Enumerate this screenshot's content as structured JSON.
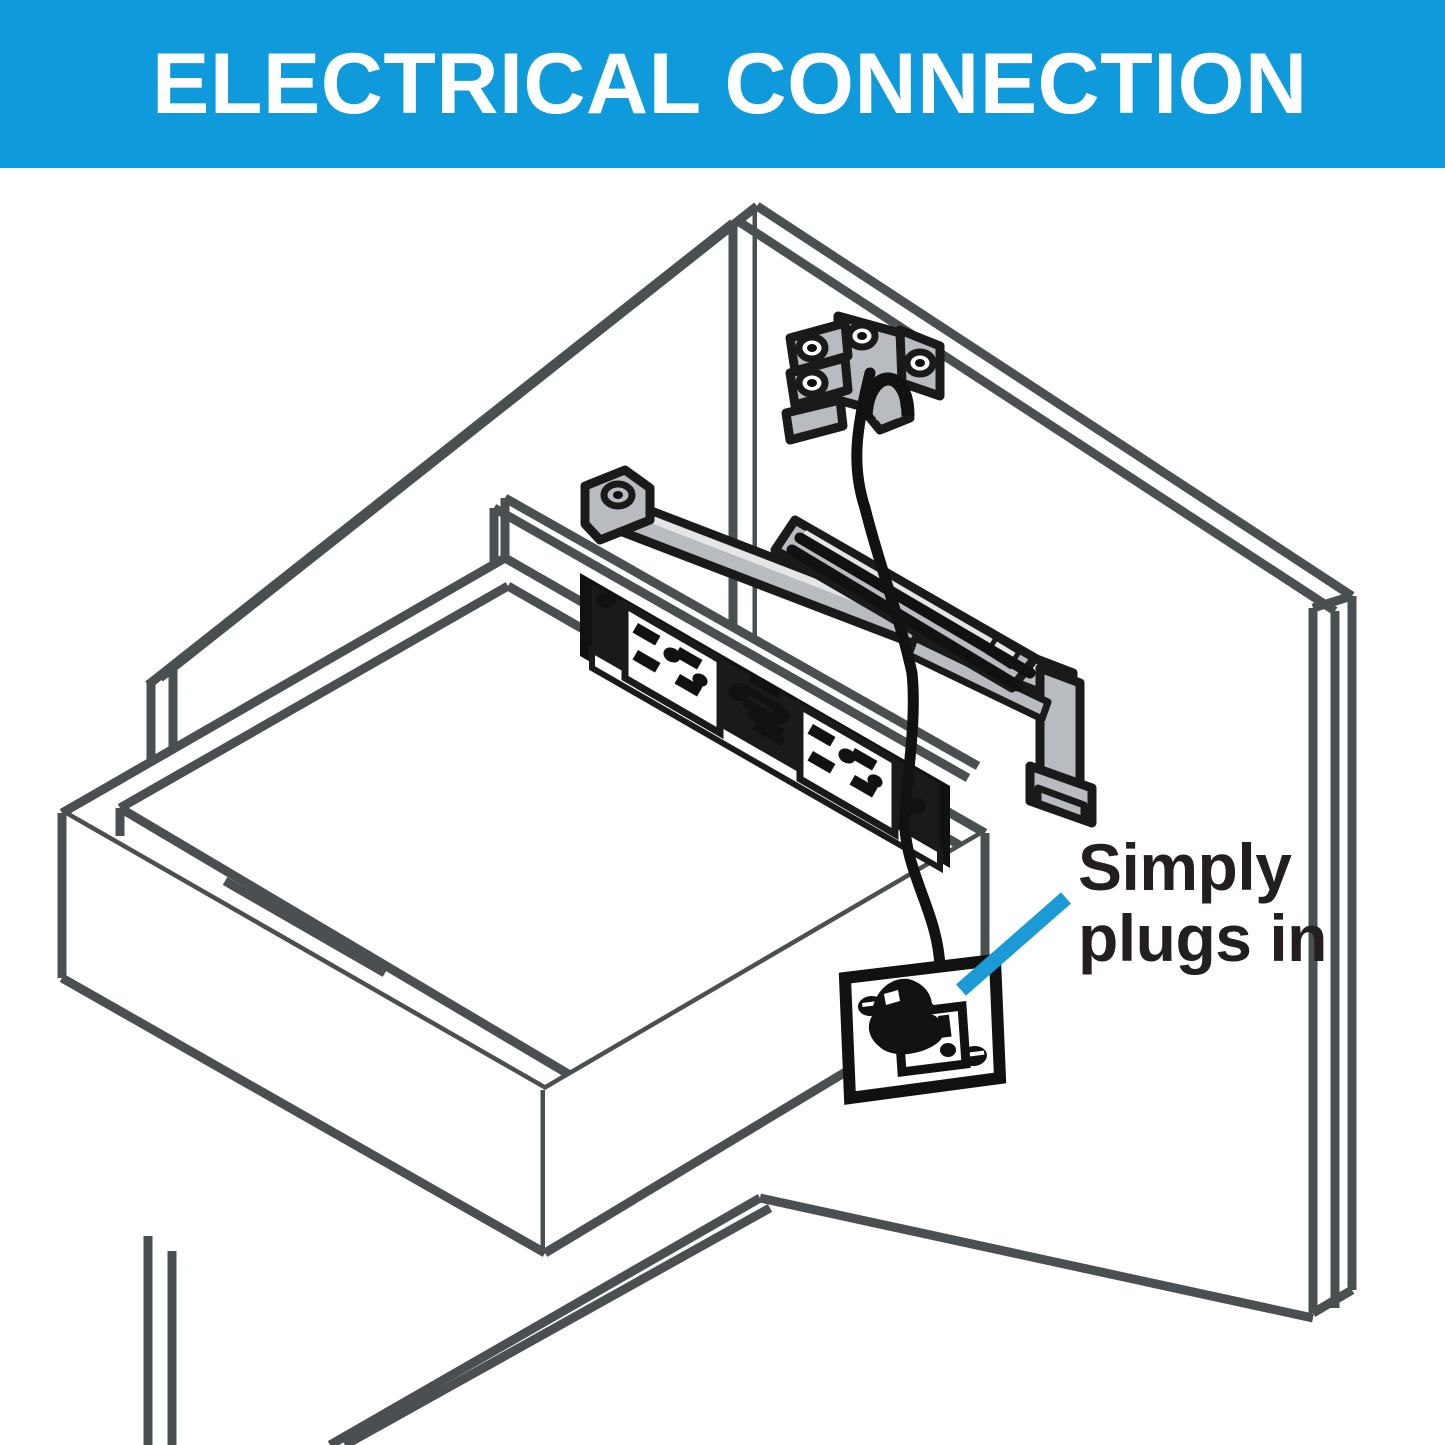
{
  "header": {
    "title": "ELECTRICAL CONNECTION",
    "background_color": "#0f9bdb",
    "text_color": "#ffffff"
  },
  "callout": {
    "line1": "Simply",
    "line2": "plugs in",
    "leader_line_color": "#1b9ad6",
    "text_color": "#231f20"
  },
  "illustration": {
    "type": "isometric-line-drawing",
    "subject": "pull-out drawer with built-in power strip inside a cabinet, connected by a power cord to a wall outlet",
    "line_color": "#4a4f52",
    "metal_fill_color": "#b8bcc0",
    "metal_outline_color": "#1a1a1a",
    "cord_color": "#111111",
    "parts": [
      {
        "name": "cabinet-back-panel",
        "label": ""
      },
      {
        "name": "cabinet-right-side-panel",
        "label": ""
      },
      {
        "name": "cabinet-bottom-panel",
        "label": ""
      },
      {
        "name": "pull-out-drawer",
        "label": ""
      },
      {
        "name": "power-strip",
        "label": ""
      },
      {
        "name": "lift-arm-mechanism",
        "label": ""
      },
      {
        "name": "mounting-bracket",
        "label": ""
      },
      {
        "name": "power-cord",
        "label": ""
      },
      {
        "name": "wall-outlet",
        "label": ""
      },
      {
        "name": "power-plug",
        "label": ""
      }
    ]
  }
}
